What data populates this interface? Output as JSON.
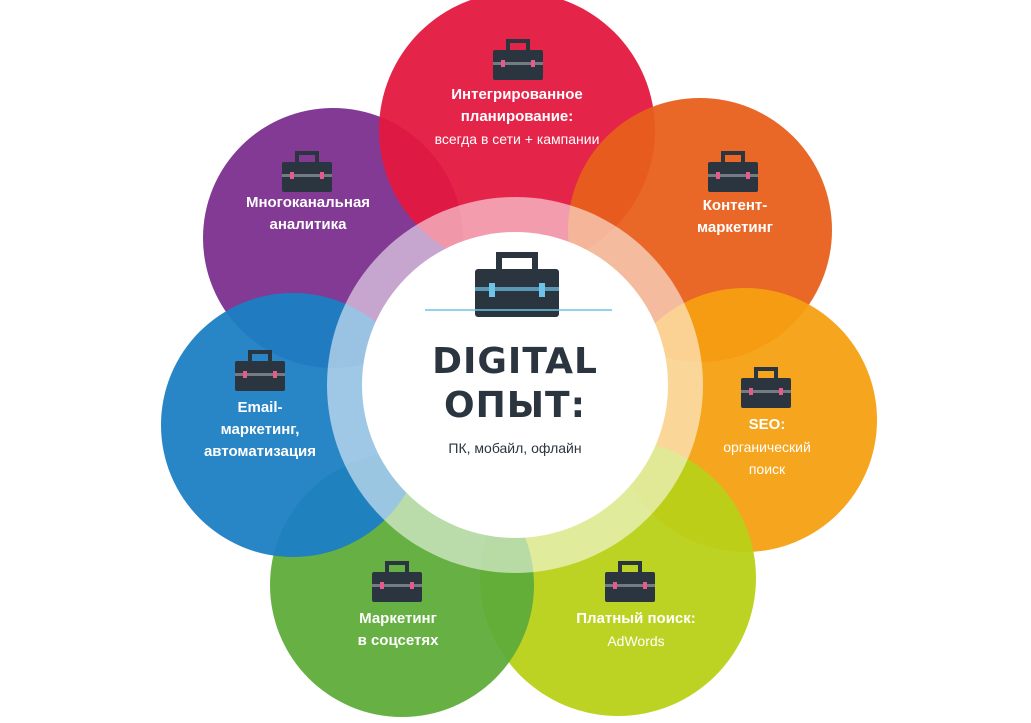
{
  "center": {
    "title_line1": "DIGITAL",
    "title_line2": "ОПЫТ:",
    "subtitle": "ПК, мобайл, офлайн"
  },
  "petals": [
    {
      "id": "integrated",
      "title_line1": "Интегрированное",
      "title_line2": "планирование:",
      "subtitle": "всегда в сети + кампании",
      "color": "#e4183f"
    },
    {
      "id": "content",
      "title_line1": "Контент-",
      "title_line2": "маркетинг",
      "subtitle": "",
      "color": "#e8601c"
    },
    {
      "id": "seo",
      "title_line1": "SEO:",
      "title_line2": "",
      "subtitle": "органический поиск",
      "color": "#f5a012"
    },
    {
      "id": "paid",
      "title_line1": "Платный поиск:",
      "title_line2": "",
      "subtitle": "AdWords",
      "color": "#b9d118"
    },
    {
      "id": "social",
      "title_line1": "Маркетинг",
      "title_line2": "в соцсетях",
      "subtitle": "",
      "color": "#5fad3a"
    },
    {
      "id": "email",
      "title_line1": "Email-",
      "title_line2": "маркетинг,",
      "title_line3": "автоматизация",
      "color": "#1c7fc4"
    },
    {
      "id": "analytics",
      "title_line1": "Многоканальная",
      "title_line2": "аналитика",
      "subtitle": "",
      "color": "#7b2f8e"
    }
  ],
  "icon": "briefcase-icon",
  "colors": {
    "icon_dark": "#2b3540",
    "icon_accent": "#6ec4e8",
    "center_text": "#2b3540"
  }
}
